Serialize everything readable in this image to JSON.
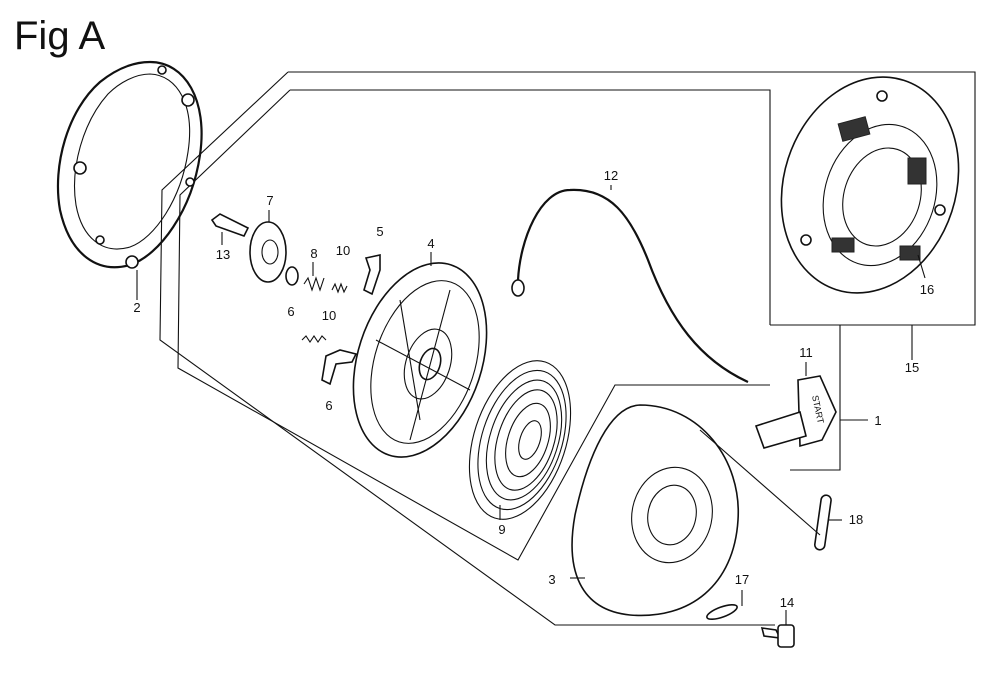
{
  "figure": {
    "title": "Fig A"
  },
  "callouts": [
    {
      "id": "callout-1",
      "number": "1"
    },
    {
      "id": "callout-2",
      "number": "2"
    },
    {
      "id": "callout-3",
      "number": "3"
    },
    {
      "id": "callout-4",
      "number": "4"
    },
    {
      "id": "callout-5",
      "number": "5"
    },
    {
      "id": "callout-6a",
      "number": "6"
    },
    {
      "id": "callout-6b",
      "number": "6"
    },
    {
      "id": "callout-7",
      "number": "7"
    },
    {
      "id": "callout-8",
      "number": "8"
    },
    {
      "id": "callout-9",
      "number": "9"
    },
    {
      "id": "callout-10a",
      "number": "10"
    },
    {
      "id": "callout-10b",
      "number": "10"
    },
    {
      "id": "callout-11",
      "number": "11"
    },
    {
      "id": "callout-12",
      "number": "12"
    },
    {
      "id": "callout-13",
      "number": "13"
    },
    {
      "id": "callout-14",
      "number": "14"
    },
    {
      "id": "callout-15",
      "number": "15"
    },
    {
      "id": "callout-16",
      "number": "16"
    },
    {
      "id": "callout-17",
      "number": "17"
    },
    {
      "id": "callout-18",
      "number": "18"
    }
  ],
  "grip_label": "START"
}
